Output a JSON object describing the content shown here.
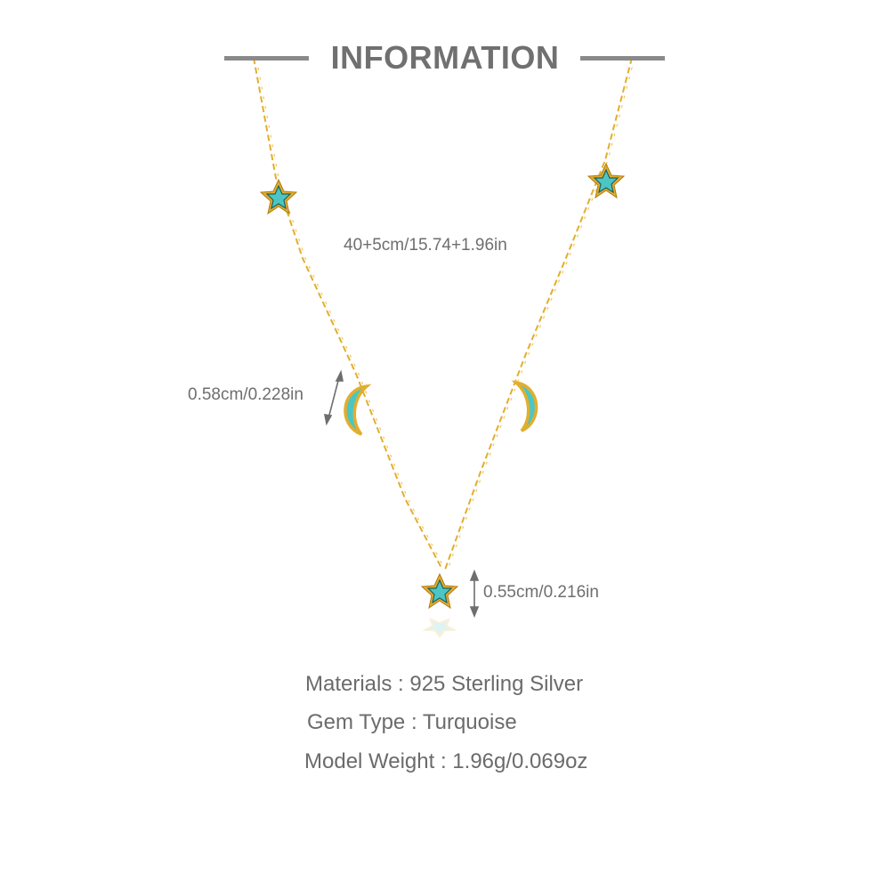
{
  "header": {
    "title": "INFORMATION"
  },
  "dimensions": {
    "chain_length": "40+5cm/15.74+1.96in",
    "moon_height": "0.58cm/0.228in",
    "star_height": "0.55cm/0.216in"
  },
  "specs": [
    {
      "label": "Materials : 925 Sterling Silver"
    },
    {
      "label": "Gem Type : Turquoise"
    },
    {
      "label": "Model Weight : 1.96g/0.069oz"
    }
  ],
  "colors": {
    "gold": "#e6b422",
    "turquoise": "#4cc6c4",
    "text_gray": "#6e6e6e",
    "rule_gray": "#8a8a8a"
  },
  "product": {
    "charms": [
      "star",
      "moon",
      "star",
      "moon",
      "star"
    ]
  }
}
